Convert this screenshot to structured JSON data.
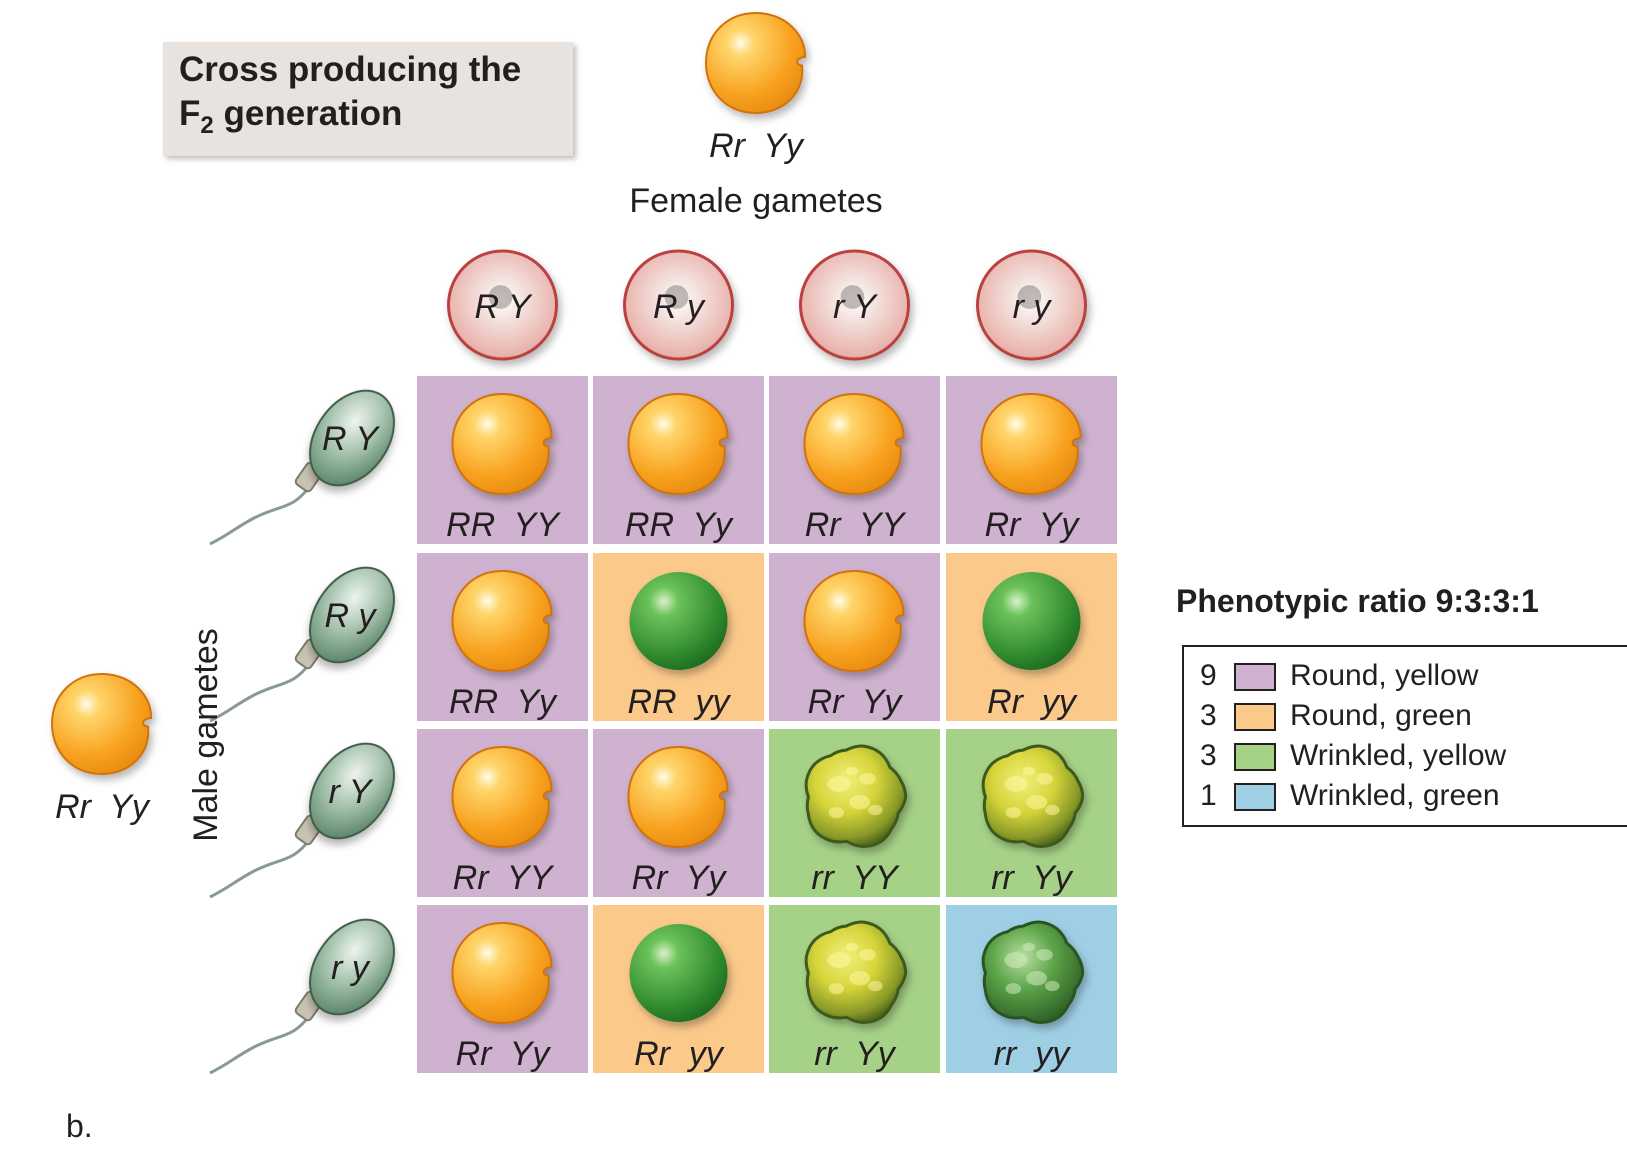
{
  "title": {
    "line1": "Cross producing the",
    "line2_prefix": "F",
    "line2_sub": "2",
    "line2_suffix": " generation"
  },
  "female_parent": {
    "genotype": "Rr  Yy",
    "label": "Female gametes"
  },
  "male_parent": {
    "genotype": "Rr  Yy",
    "label": "Male gametes"
  },
  "female_gametes": [
    "R Y",
    "R y",
    "r Y",
    "r y"
  ],
  "male_gametes": [
    "R Y",
    "R y",
    "r Y",
    "r y"
  ],
  "grid": [
    [
      {
        "genotype": "RR  YY",
        "phenotype": "round-yellow"
      },
      {
        "genotype": "RR  Yy",
        "phenotype": "round-yellow"
      },
      {
        "genotype": "Rr  YY",
        "phenotype": "round-yellow"
      },
      {
        "genotype": "Rr  Yy",
        "phenotype": "round-yellow"
      }
    ],
    [
      {
        "genotype": "RR  Yy",
        "phenotype": "round-yellow"
      },
      {
        "genotype": "RR  yy",
        "phenotype": "round-green"
      },
      {
        "genotype": "Rr  Yy",
        "phenotype": "round-yellow"
      },
      {
        "genotype": "Rr  yy",
        "phenotype": "round-green"
      }
    ],
    [
      {
        "genotype": "Rr  YY",
        "phenotype": "round-yellow"
      },
      {
        "genotype": "Rr  Yy",
        "phenotype": "round-yellow"
      },
      {
        "genotype": "rr  YY",
        "phenotype": "wrinkled-yellow"
      },
      {
        "genotype": "rr  Yy",
        "phenotype": "wrinkled-yellow"
      }
    ],
    [
      {
        "genotype": "Rr  Yy",
        "phenotype": "round-yellow"
      },
      {
        "genotype": "Rr  yy",
        "phenotype": "round-green"
      },
      {
        "genotype": "rr  Yy",
        "phenotype": "wrinkled-yellow"
      },
      {
        "genotype": "rr  yy",
        "phenotype": "wrinkled-green"
      }
    ]
  ],
  "legend": {
    "title": "Phenotypic ratio 9:3:3:1",
    "items": [
      {
        "count": "9",
        "label": "Round, yellow",
        "color": "#cfb2cf"
      },
      {
        "count": "3",
        "label": "Round, green",
        "color": "#fbc98a"
      },
      {
        "count": "3",
        "label": "Wrinkled, yellow",
        "color": "#a6d287"
      },
      {
        "count": "1",
        "label": "Wrinkled, green",
        "color": "#9fcfe5"
      }
    ]
  },
  "colors": {
    "round-yellow": "#cfb2cf",
    "round-green": "#fbc98a",
    "wrinkled-yellow": "#a6d287",
    "wrinkled-green": "#9fcfe5",
    "seed_yellow": "#f9a825",
    "seed_green": "#3f9a3a",
    "text": "#231f20"
  },
  "figure_letter": "b."
}
